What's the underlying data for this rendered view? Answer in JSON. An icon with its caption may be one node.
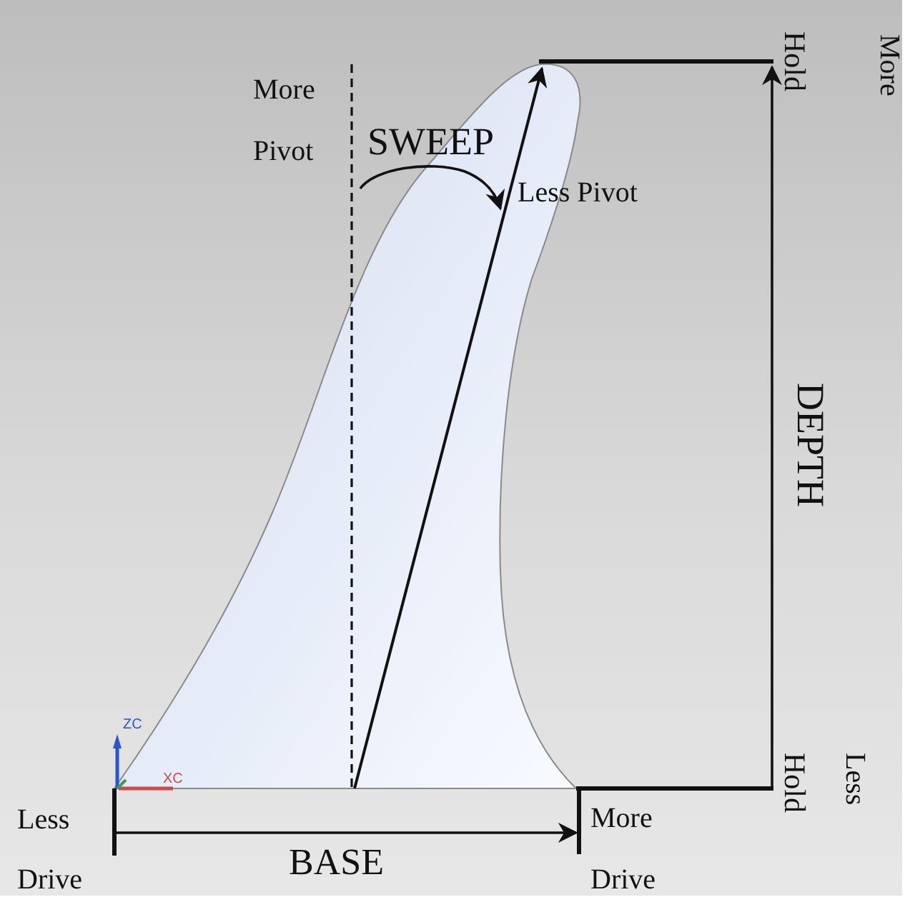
{
  "diagram": {
    "labels": [
      "Hold",
      "More",
      "More",
      "Pivot",
      "SWEEP",
      "Less Pivot",
      "DEPTH",
      "ZC",
      "Hold",
      "Less",
      "XC",
      "Less",
      "More",
      "BASE",
      "Drive",
      "Drive"
    ]
  }
}
